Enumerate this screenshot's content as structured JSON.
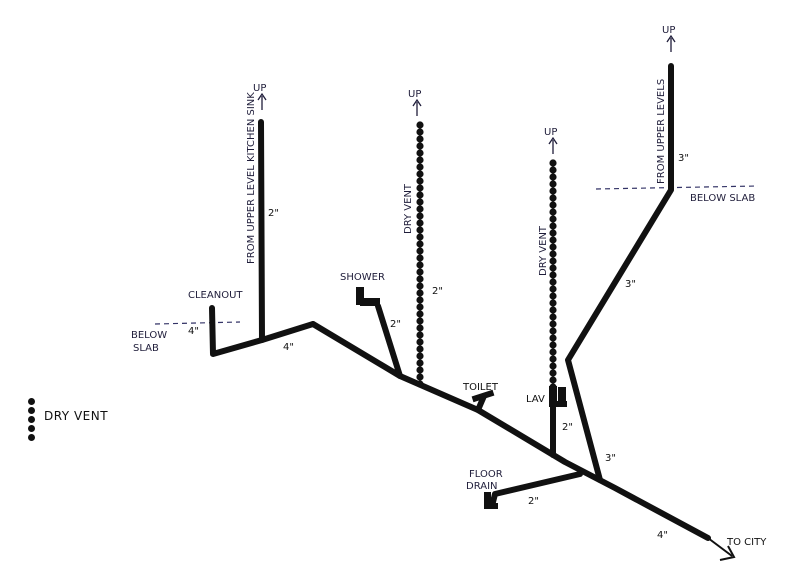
{
  "labels": {
    "up": "UP",
    "from_upper_level_kitchen_sink": "FROM UPPER LEVEL KITCHEN SINK",
    "from_upper_levels": "FROM UPPER LEVELS",
    "dry_vent": "DRY VENT",
    "cleanout": "CLEANOUT",
    "below_slab": "BELOW SLAB",
    "below": "BELOW",
    "slab": "SLAB",
    "shower": "SHOWER",
    "toilet": "TOILET",
    "lav": "LAV",
    "floor": "FLOOR",
    "drain": "DRAIN",
    "to_city": "TO CITY"
  },
  "sizes": {
    "two_inch": "2\"",
    "three_inch": "3\"",
    "four_inch": "4\""
  },
  "legend": {
    "label": "DRY VENT"
  },
  "colors": {
    "pipe": "#111111",
    "text": "#1f1d3a",
    "slab_line": "#333366"
  }
}
